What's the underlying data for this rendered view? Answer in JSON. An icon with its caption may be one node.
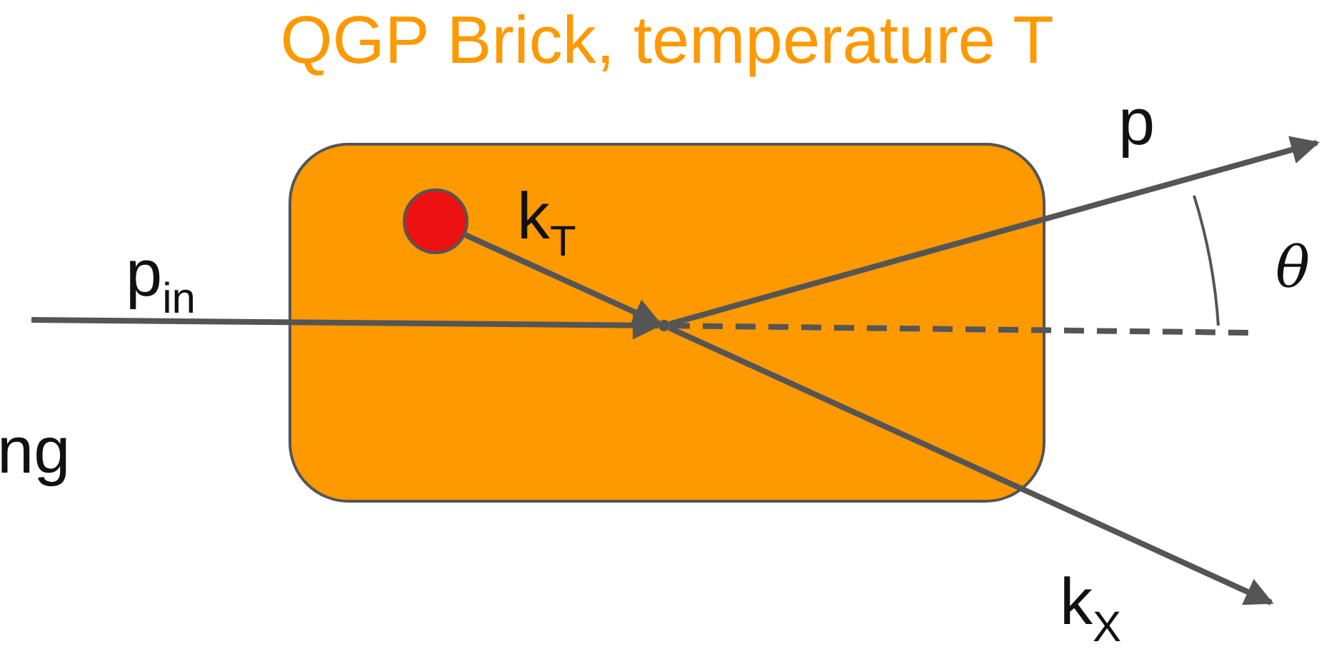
{
  "diagram": {
    "nodes": [
      {
        "text": [
          "QGP Brick, temperature T"
        ]
      },
      {
        "text": [],
        "shape": "circle",
        "in": 0
      },
      {
        "text": [],
        "shape": "point",
        "in": 0
      }
    ],
    "edges": [
      {
        "from": null,
        "to": 2,
        "arrow": "to",
        "label": "p$_{in}$"
      },
      {
        "from": 1,
        "to": 2,
        "arrow": "to",
        "label": "k$_{T}$"
      },
      {
        "from": 2,
        "to": null,
        "arrow": "to",
        "label": "p"
      },
      {
        "from": 2,
        "to": null,
        "arrow": "none",
        "style": "dashed"
      },
      {
        "from": 2,
        "to": null,
        "arrow": "to",
        "label": "k$_{X}$"
      }
    ],
    "labels": [
      "θ",
      "ng"
    ]
  }
}
